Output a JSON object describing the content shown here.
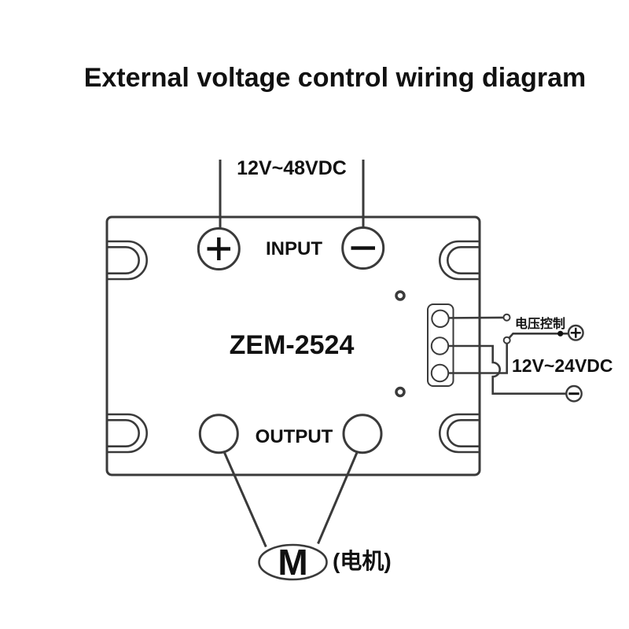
{
  "title": "External voltage control wiring diagram",
  "input_section": {
    "voltage_label": "12V~48VDC",
    "label": "INPUT"
  },
  "device": {
    "model": "ZEM-2524"
  },
  "output_section": {
    "label": "OUTPUT"
  },
  "control_section": {
    "signal_label": "电压控制",
    "supply_label": "12V~24VDC"
  },
  "motor": {
    "symbol": "M",
    "label": "(电机)"
  },
  "icons": {
    "input_positive": "plus-circle",
    "input_negative": "minus-circle",
    "control_positive": "plus-circle",
    "control_negative": "minus-circle",
    "signal_points": "open-circle-terminal",
    "junction": "filled-dot"
  },
  "colors": {
    "line": "#3a3a3a",
    "text": "#111111",
    "motor_label_red": "#e8212e",
    "background": "#ffffff"
  }
}
